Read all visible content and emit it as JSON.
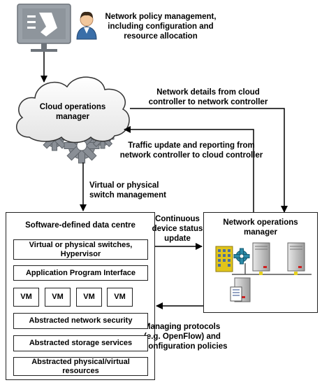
{
  "labels": {
    "policy": "Network policy management,\nincluding configuration and\nresource allocation",
    "cloud_manager": "Cloud operations\nmanager",
    "net_details": "Network details from cloud\ncontroller to network controller",
    "traffic_update": "Traffic update and reporting from\nnetwork controller to cloud controller",
    "switch_mgmt": "Virtual or physical\nswitch management",
    "continuous": "Continuous\ndevice status\nupdate",
    "managing": "Managing protocols\n(e.g. OpenFlow) and\nconfiguration policies",
    "net_ops": "Network operations\nmanager"
  },
  "sddc": {
    "title": "Software-defined data centre",
    "items": {
      "switches": "Virtual or physical switches,\nHypervisor",
      "api": "Application Program Interface",
      "vm": "VM",
      "security": "Abstracted network security",
      "storage": "Abstracted storage services",
      "resources": "Abstracted physical/virtual\nresources"
    }
  },
  "icons": [
    "monitor-icon",
    "user-icon",
    "cloud-icon",
    "gear-icon",
    "building-icon",
    "server-icon",
    "printer-icon"
  ],
  "colors": {
    "line": "#000000",
    "monitor": "#9aa1a8",
    "server": "#c8c8c8",
    "building": "#e0c41a",
    "gear": "#8a8f96"
  }
}
